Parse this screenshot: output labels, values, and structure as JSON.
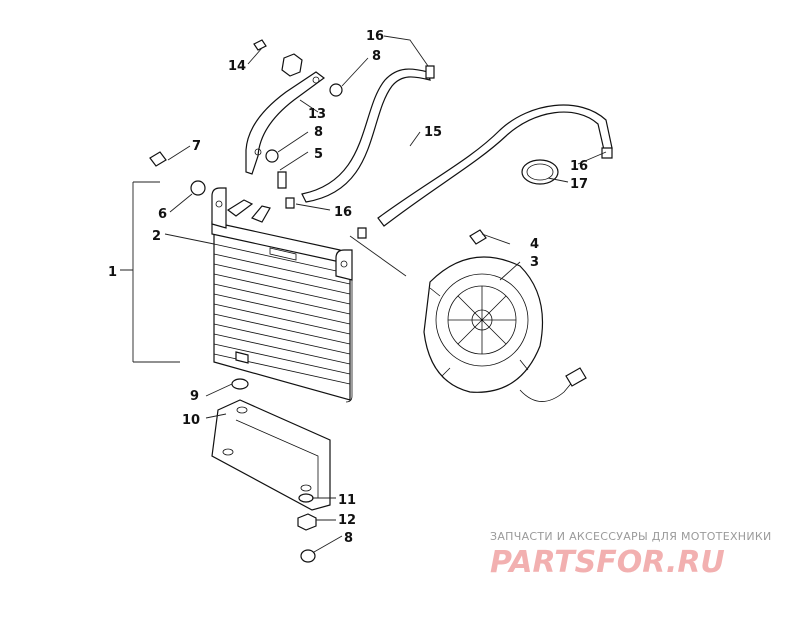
{
  "callouts": [
    {
      "id": "1",
      "label": "1"
    },
    {
      "id": "2",
      "label": "2"
    },
    {
      "id": "3",
      "label": "3"
    },
    {
      "id": "4",
      "label": "4"
    },
    {
      "id": "5",
      "label": "5"
    },
    {
      "id": "6",
      "label": "6"
    },
    {
      "id": "7",
      "label": "7"
    },
    {
      "id": "8a",
      "label": "8"
    },
    {
      "id": "8b",
      "label": "8"
    },
    {
      "id": "8c",
      "label": "8"
    },
    {
      "id": "9",
      "label": "9"
    },
    {
      "id": "10",
      "label": "10"
    },
    {
      "id": "11",
      "label": "11"
    },
    {
      "id": "12",
      "label": "12"
    },
    {
      "id": "13",
      "label": "13"
    },
    {
      "id": "14",
      "label": "14"
    },
    {
      "id": "15",
      "label": "15"
    },
    {
      "id": "16a",
      "label": "16"
    },
    {
      "id": "16b",
      "label": "16"
    },
    {
      "id": "16c",
      "label": "16"
    },
    {
      "id": "17",
      "label": "17"
    }
  ],
  "watermark": {
    "tagline": "ЗАПЧАСТИ И АКСЕССУАРЫ ДЛЯ МОТОТЕХНИКИ",
    "logo": "PARTSFOR.RU",
    "logo_color": "#f2b0b0"
  }
}
